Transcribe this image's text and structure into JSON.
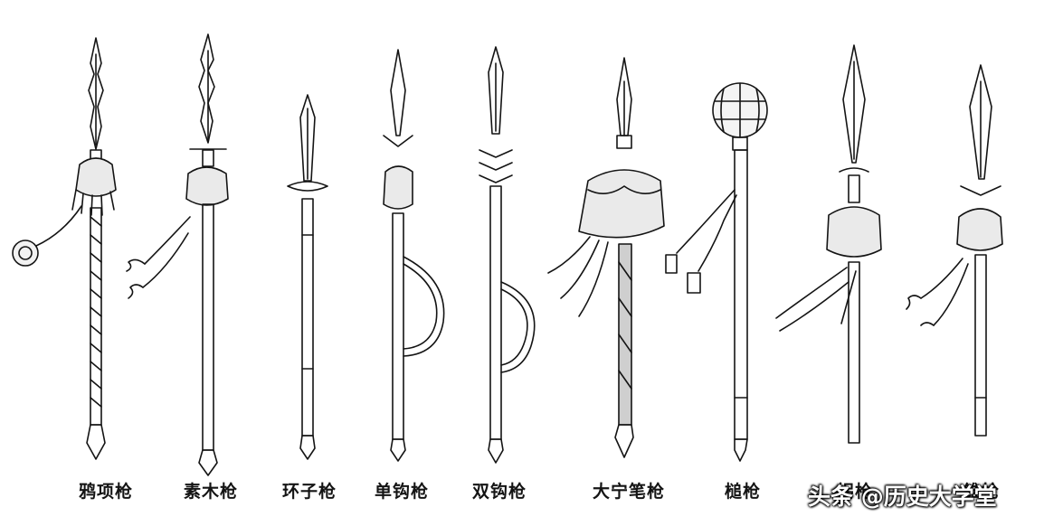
{
  "weapons": [
    {
      "name": "鸦项枪"
    },
    {
      "name": "素木枪"
    },
    {
      "name": "环子枪"
    },
    {
      "name": "单钩枪"
    },
    {
      "name": "双钩枪"
    },
    {
      "name": "大宁笔枪"
    },
    {
      "name": "槌枪"
    },
    {
      "name": "拐枪"
    },
    {
      "name": "锥枪"
    }
  ],
  "watermark": {
    "text": "头条 @历史大学堂"
  },
  "colors": {
    "ink": "#141414",
    "background": "#ffffff"
  }
}
